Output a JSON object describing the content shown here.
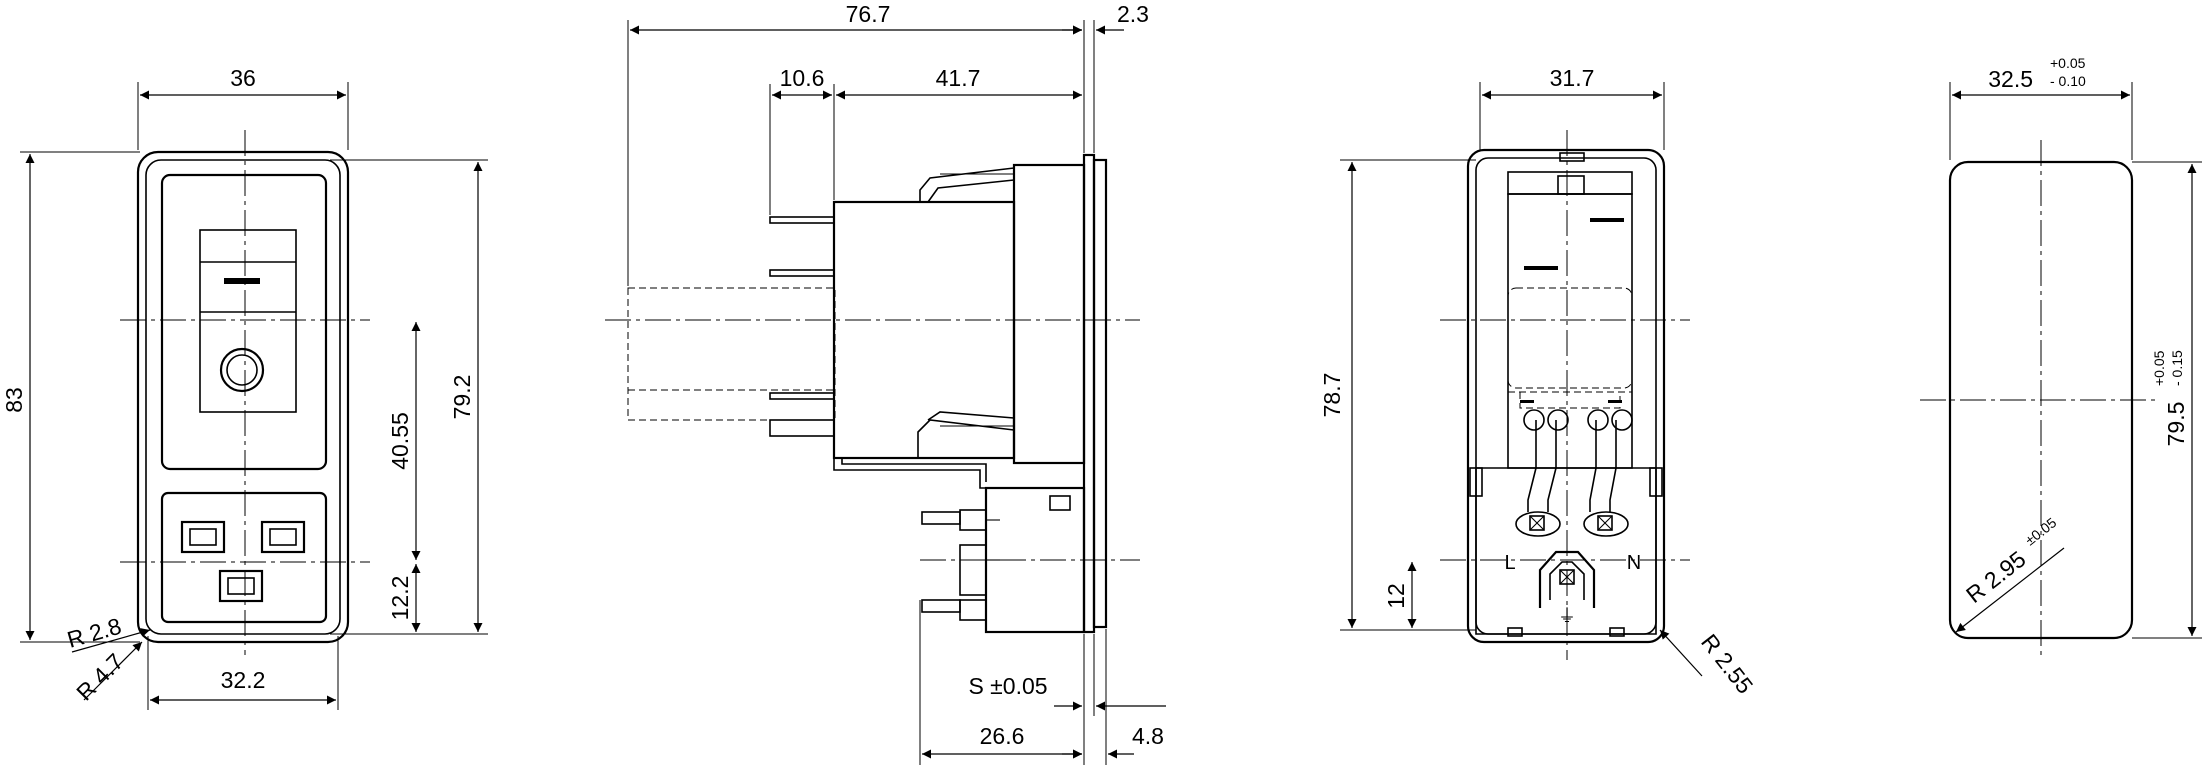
{
  "dimensions": {
    "front": {
      "width_outer": "36",
      "height_outer": "83",
      "height_inner": "79.2",
      "axis_height": "40.55",
      "bottom_offset": "12.2",
      "radius_inner": "R 2.8",
      "radius_outer": "R 4.7",
      "width_inner": "32.2"
    },
    "side": {
      "length_total": "76.7",
      "flange": "2.3",
      "pin_offset": "10.6",
      "body_length": "41.7",
      "s_tolerance": "S ±0.05",
      "panel_depth": "26.6",
      "panel_thickness": "4.8"
    },
    "rear": {
      "width": "31.7",
      "height": "78.7",
      "bottom_offset": "12",
      "radius": "R 2.55",
      "terminal_l": "L",
      "terminal_n": "N",
      "ground_symbol": "⏚"
    },
    "cutout": {
      "width": "32.5",
      "width_tol_plus": "+0.05",
      "width_tol_minus": "- 0.10",
      "height": "79.5",
      "height_tol_plus": "+0.05",
      "height_tol_minus": "- 0.15",
      "radius": "R 2.95",
      "radius_tol": "±0.05"
    }
  }
}
